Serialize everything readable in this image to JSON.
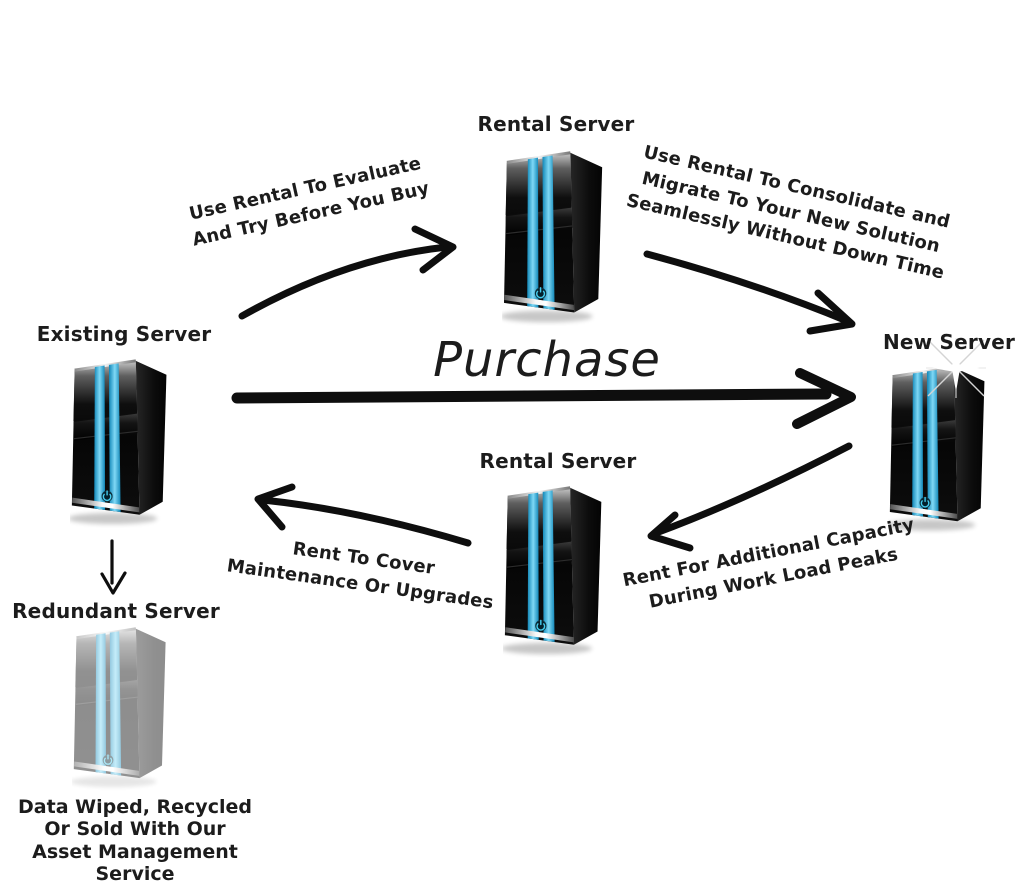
{
  "colors": {
    "background": "#ffffff",
    "text": "#1c1c1c",
    "arrow": "#0e0e0e",
    "stripe_edge": "#1187b8",
    "stripe_core": "#7fd8f5",
    "power_glow": "#45cdf0"
  },
  "nodes": {
    "rental_top": {
      "label": "Rental Server"
    },
    "existing": {
      "label": "Existing Server"
    },
    "new_server": {
      "label": "New Server",
      "icon": "sparkle-icon"
    },
    "rental_bottom": {
      "label": "Rental Server"
    },
    "redundant": {
      "label": "Redundant Server",
      "caption": "Data Wiped, Recycled\nOr Sold With Our\nAsset Management Service"
    }
  },
  "flows": {
    "purchase": {
      "label": "Purchase"
    },
    "evaluate": {
      "label": "Use Rental To Evaluate\nAnd Try Before You Buy"
    },
    "consolidate": {
      "label": "Use Rental To Consolidate and\nMigrate To Your New Solution\nSeamlessly Without Down Time"
    },
    "maintenance": {
      "label": "Rent To Cover\nMaintenance Or Upgrades"
    },
    "capacity": {
      "label": "Rent For Additional Capacity\nDuring Work Load Peaks"
    }
  }
}
